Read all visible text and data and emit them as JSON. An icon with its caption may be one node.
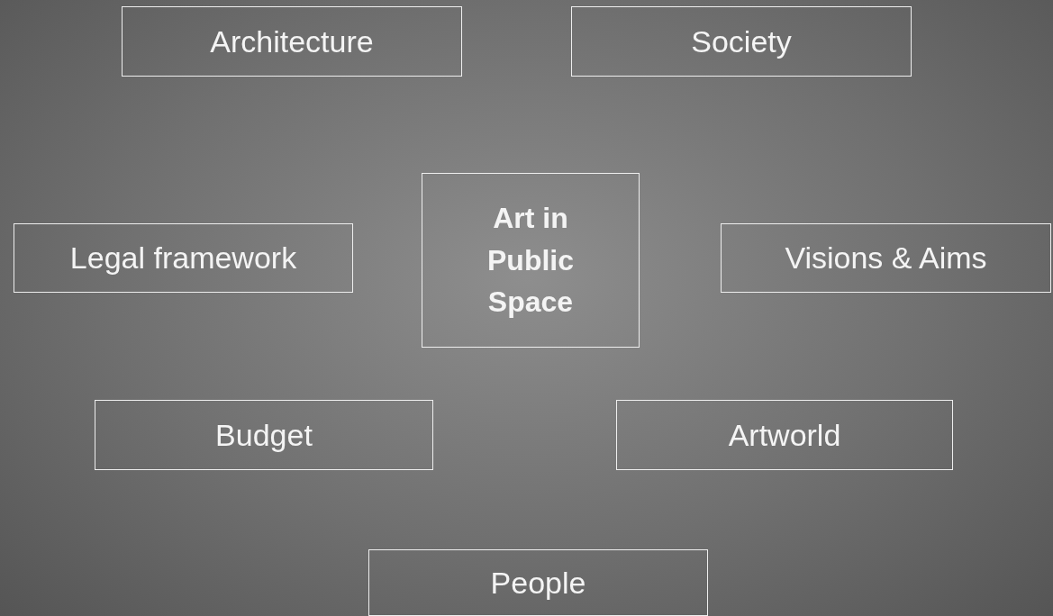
{
  "diagram": {
    "nodes": [
      {
        "text": [
          "Architecture"
        ]
      },
      {
        "text": [
          "Society"
        ]
      },
      {
        "text": [
          "Art in Public Space"
        ]
      },
      {
        "text": [
          "Legal framework"
        ]
      },
      {
        "text": [
          "Visions & Aims"
        ]
      },
      {
        "text": [
          "Budget"
        ]
      },
      {
        "text": [
          "Artworld"
        ]
      },
      {
        "text": [
          "People"
        ]
      }
    ]
  }
}
